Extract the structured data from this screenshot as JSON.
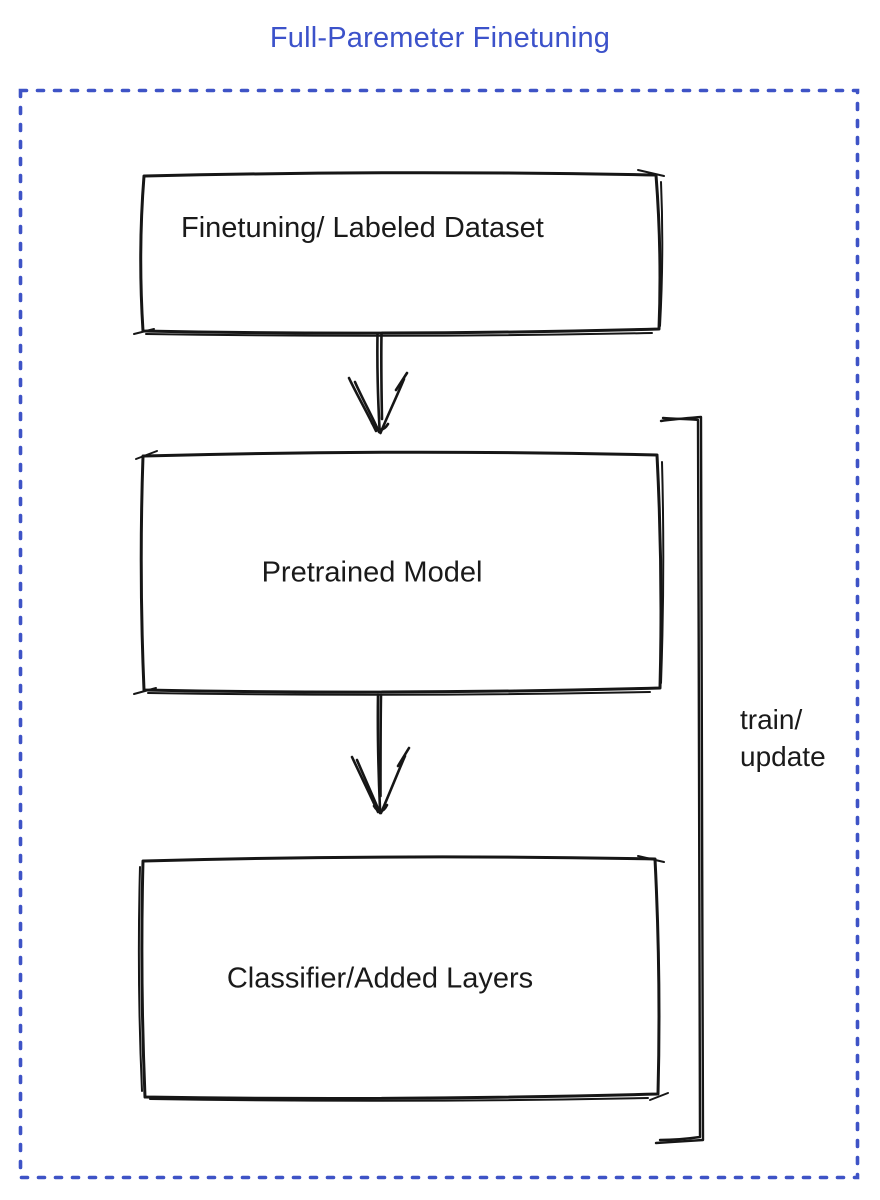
{
  "title": "Full-Paremeter Finetuning",
  "boxes": {
    "dataset": {
      "label": "Finetuning/ Labeled Dataset",
      "fill": "#8a9099"
    },
    "pretrained": {
      "label": "Pretrained Model",
      "fill": "#4c6fea"
    },
    "classifier": {
      "label": "Classifier/Added Layers",
      "fill": "#3fbe5d"
    }
  },
  "bracket": {
    "line1": "train/",
    "line2": "update"
  },
  "connectors": {
    "arrow_1": {
      "from": "Finetuning/ Labeled Dataset",
      "to": "Pretrained Model",
      "direction": "down"
    },
    "arrow_2": {
      "from": "Pretrained Model",
      "to": "Classifier/Added Layers",
      "direction": "down"
    },
    "bracket": {
      "label": "train/ update",
      "spans": "Pretrained Model + Classifier/Added Layers"
    }
  },
  "colors": {
    "title_text": "#3c52ca",
    "dashed_border": "#3e53c6",
    "sketch_stroke": "#161616",
    "label_text": "#1a1a1a"
  }
}
